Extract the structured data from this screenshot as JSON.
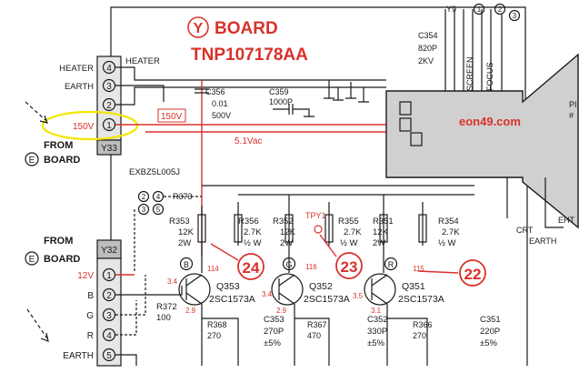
{
  "board": {
    "letter": "Y",
    "title": "BOARD",
    "part_no": "TNP107178AA",
    "watermark": "eon49.com"
  },
  "connector_y33": {
    "name": "Y33",
    "pins": [
      {
        "num": "4",
        "label": "HEATER",
        "right_label": "HEATER"
      },
      {
        "num": "3",
        "label": "EARTH",
        "right_label": ""
      },
      {
        "num": "2",
        "label": "",
        "right_label": ""
      },
      {
        "num": "1",
        "label": "150V",
        "right_label": "150V"
      }
    ],
    "from_word": "FROM",
    "from_letter": "E",
    "from_board": "BOARD"
  },
  "connector_y32": {
    "name": "Y32",
    "pins": [
      {
        "num": "1",
        "label": "12V"
      },
      {
        "num": "2",
        "label": "B"
      },
      {
        "num": "3",
        "label": "G"
      },
      {
        "num": "4",
        "label": "R"
      },
      {
        "num": "5",
        "label": "EARTH"
      }
    ],
    "from_word": "FROM",
    "from_letter": "E",
    "from_board": "BOARD"
  },
  "top_connector": {
    "name": "Y9",
    "pins": [
      "1",
      "2",
      "3"
    ]
  },
  "cable": "EXBZ5L005J",
  "heater_voltage": "5.1Vac",
  "resistor_block": {
    "pins": [
      "2",
      "3",
      "4",
      "5"
    ],
    "name": "R373"
  },
  "components": {
    "c356": {
      "name": "C356",
      "v1": "0.01",
      "v2": "500V"
    },
    "c359": {
      "name": "C359",
      "v1": "1000P"
    },
    "c354": {
      "name": "C354",
      "v1": "820P",
      "v2": "2KV"
    },
    "r353": {
      "name": "R353",
      "v1": "12K",
      "v2": "2W"
    },
    "r356": {
      "name": "R356",
      "v1": "2.7K",
      "v2": "½ W"
    },
    "r352": {
      "name": "R352",
      "v1": "12K",
      "v2": "2W"
    },
    "r355": {
      "name": "R355",
      "v1": "2.7K",
      "v2": "½ W"
    },
    "r351": {
      "name": "R351",
      "v1": "12K",
      "v2": "2W"
    },
    "r354": {
      "name": "R354",
      "v1": "2.7K",
      "v2": "½ W"
    },
    "r372": {
      "name": "R372",
      "v1": "100"
    },
    "r368": {
      "name": "R368",
      "v1": "270"
    },
    "r367": {
      "name": "R367",
      "v1": "470"
    },
    "r366": {
      "name": "R366",
      "v1": "270"
    },
    "c353": {
      "name": "C353",
      "v1": "270P",
      "v2": "±5%"
    },
    "c352": {
      "name": "C352",
      "v1": "330P",
      "v2": "±5%"
    },
    "c351": {
      "name": "C351",
      "v1": "220P",
      "v2": "±5%"
    }
  },
  "transistors": [
    {
      "name": "Q353",
      "type": "2SC1573A",
      "channel": "B",
      "vb": "3.4",
      "vc": "114",
      "ve": "2.9",
      "test_point": "24"
    },
    {
      "name": "Q352",
      "type": "2SC1573A",
      "channel": "G",
      "vb": "3.4",
      "vc": "116",
      "ve": "2.9",
      "test_point": "23"
    },
    {
      "name": "Q351",
      "type": "2SC1573A",
      "channel": "R",
      "vb": "3.5",
      "vc": "115",
      "ve": "3.1",
      "test_point": "22"
    }
  ],
  "tpy": "TPY1",
  "crt": {
    "screen": "SCREEN",
    "focus": "FOCUS",
    "crt_earth_1": "CRT",
    "crt_earth_2": "EARTH",
    "eht": "EHT",
    "edge_1": "PI",
    "edge_2": "#"
  },
  "colors": {
    "ink": "#1a1a1a",
    "accent": "#d8322a",
    "highlight": "#f2e600"
  }
}
